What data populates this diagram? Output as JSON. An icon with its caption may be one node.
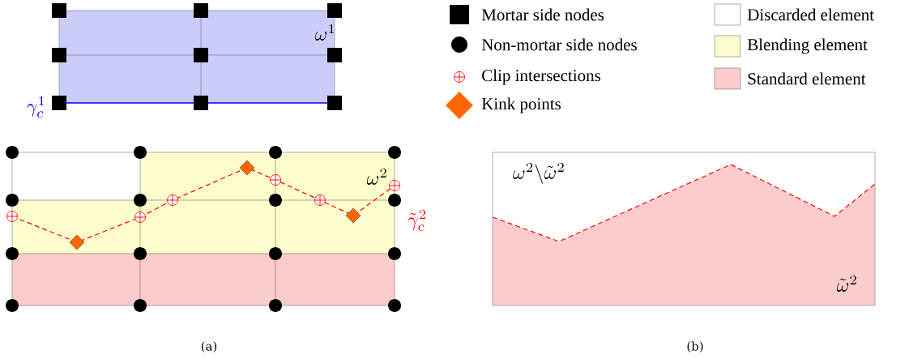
{
  "diagram": {
    "labels": [
      "\\omega^{1}",
      "\\gamma_c^{1}",
      "\\omega^{2}",
      "\\tilde{\\gamma}_c^{2}",
      "(a)",
      "\\omega^{2}\\backslash\\tilde{\\omega}^{2}",
      "\\tilde{\\omega}^{2}",
      "(b)"
    ],
    "legend": [
      {
        "text": "Mortar side nodes"
      },
      {
        "text": "Non-mortar side nodes"
      },
      {
        "text": "Clip intersections"
      },
      {
        "text": "Kink points"
      },
      {
        "text": "Discarded element"
      },
      {
        "text": "Blending element",
        "color": "#fcfccc"
      },
      {
        "text": "Standard element",
        "color": "#fccccc"
      }
    ]
  }
}
